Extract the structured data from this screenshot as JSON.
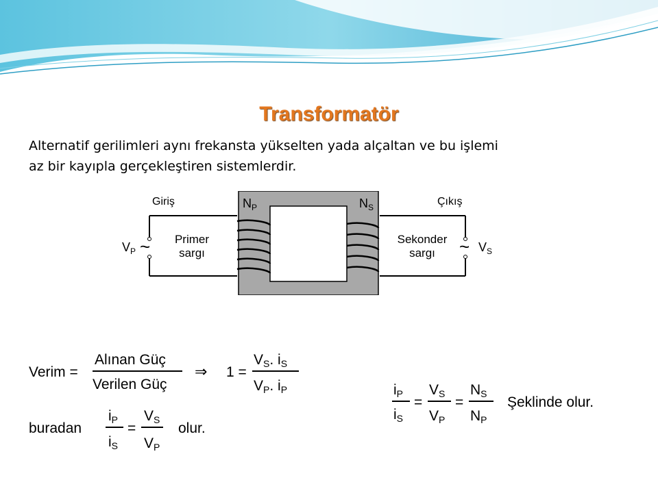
{
  "slide": {
    "title": "Transformatör",
    "intro_lines": [
      "Alternatif gerilimleri aynı frekansta yükselten yada alçaltan ve bu işlemi",
      "az bir kayıpla gerçekleştiren sistemlerdir."
    ]
  },
  "diagram": {
    "input_label": "Giriş",
    "output_label": "Çıkış",
    "np": "N",
    "np_sub": "P",
    "ns": "N",
    "ns_sub": "S",
    "vp": "V",
    "vp_sub": "P",
    "vs": "V",
    "vs_sub": "S",
    "tilde": "~",
    "primary_line1": "Primer",
    "primary_line2": "sargı",
    "secondary_line1": "Sekonder",
    "secondary_line2": "sargı"
  },
  "equation_left": {
    "verim": "Verim =",
    "num": "Alınan Güç",
    "den": "Verilen Güç",
    "arrow": "⇒",
    "one_eq": "1 =",
    "vs_is_a": "V",
    "vs_is_a_sub": "S",
    "vs_is_dot": ". i",
    "vs_is_b_sub": "S",
    "vp_ip_a": "V",
    "vp_ip_a_sub": "P",
    "vp_ip_dot": ". i",
    "vp_ip_b_sub": "P",
    "buradan": "buradan",
    "ip": "i",
    "ip_sub": "P",
    "is": "i",
    "is_sub": "S",
    "eq": "=",
    "vs": "V",
    "vs_sub": "S",
    "vp": "V",
    "vp_sub": "P",
    "olur": "olur."
  },
  "equation_right": {
    "ip": "i",
    "ip_sub": "P",
    "is": "i",
    "is_sub": "S",
    "eq1": "=",
    "vs": "V",
    "vs_sub": "S",
    "vp": "V",
    "vp_sub": "P",
    "eq2": "=",
    "ns": "N",
    "ns_sub": "S",
    "np": "N",
    "np_sub": "P",
    "tail": "Şeklinde olur."
  },
  "colors": {
    "title": "#e3771f",
    "banner_light": "#d9f3f8",
    "banner_mid": "#7fd0e4",
    "banner_dark": "#2e9ec4",
    "core_fill": "#a8a8a8"
  }
}
